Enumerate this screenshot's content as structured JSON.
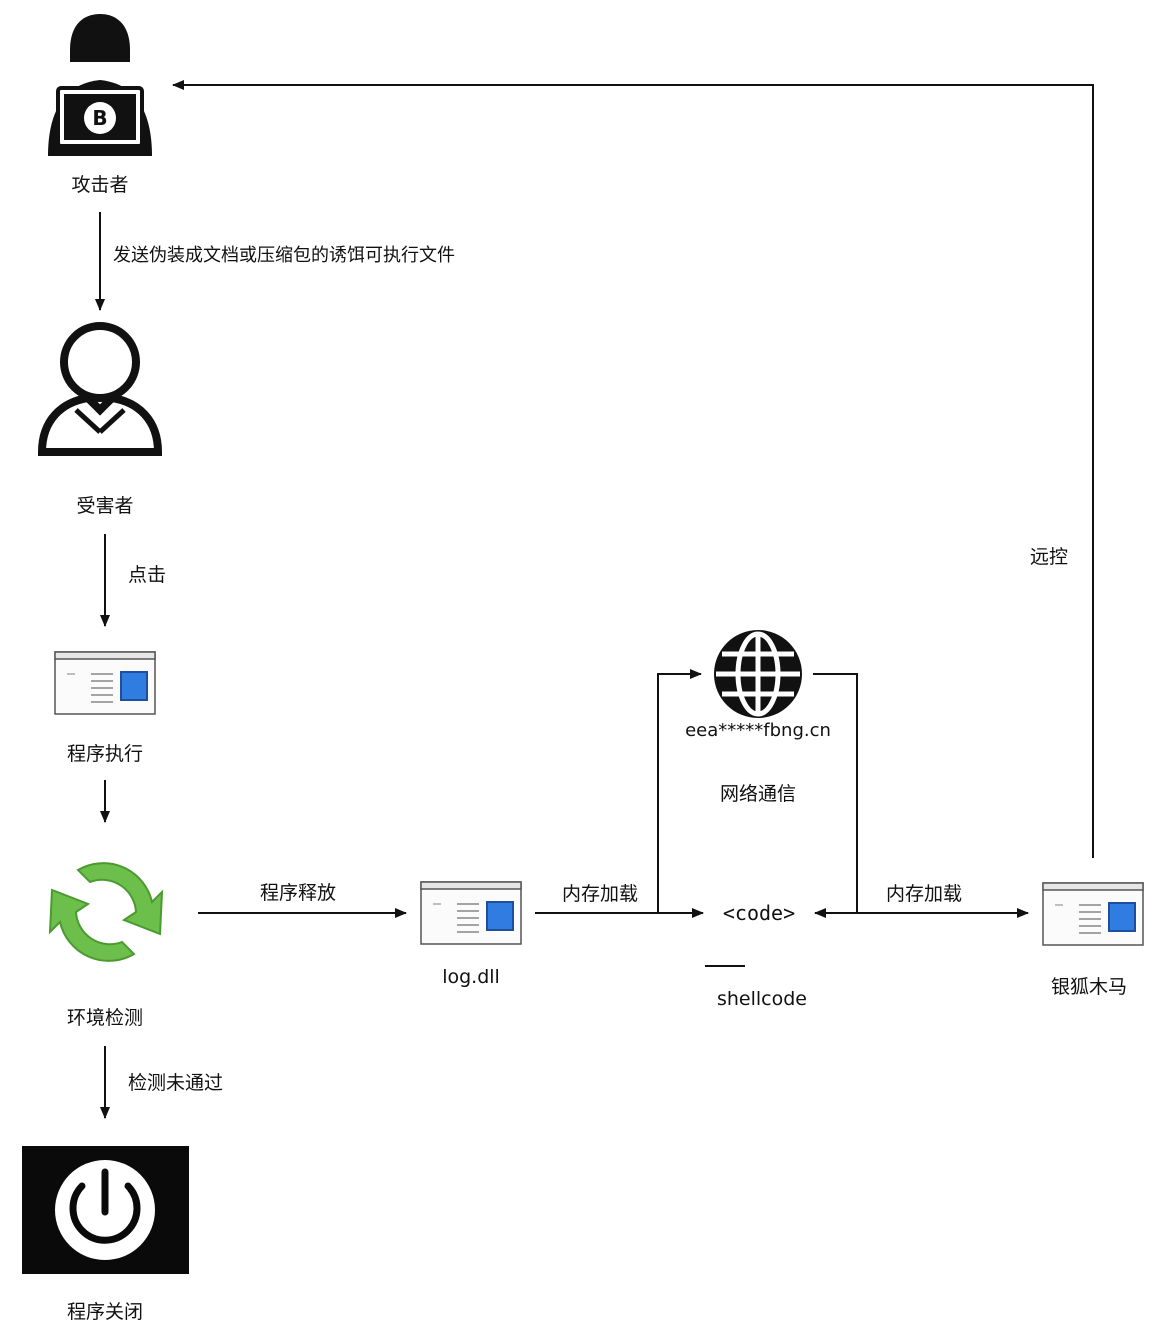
{
  "nodes": {
    "attacker": "攻击者",
    "victim": "受害者",
    "program_exec": "程序执行",
    "env_check": "环境检测",
    "program_close": "程序关闭",
    "log_dll": "log.dll",
    "code": "<code>",
    "shellcode": "shellcode",
    "domain": "eea*****fbng.cn",
    "network": "网络通信",
    "silver_fox": "银狐木马"
  },
  "edges": {
    "send": "发送伪装成文档或压缩包的诱饵可执行文件",
    "click": "点击",
    "release": "程序释放",
    "mem_load_1": "内存加载",
    "mem_load_2": "内存加载",
    "remote": "远控",
    "check_failed": "检测未通过"
  },
  "colors": {
    "line": "#111111",
    "window_blue": "#2f7de1",
    "cycle_green": "#6dbf4b"
  },
  "icons": {
    "attacker": "hacker-laptop-bitcoin-icon",
    "victim": "user-icon",
    "program": "app-window-icon",
    "cycle": "refresh-cycle-icon",
    "power": "power-icon",
    "globe": "globe-icon"
  }
}
